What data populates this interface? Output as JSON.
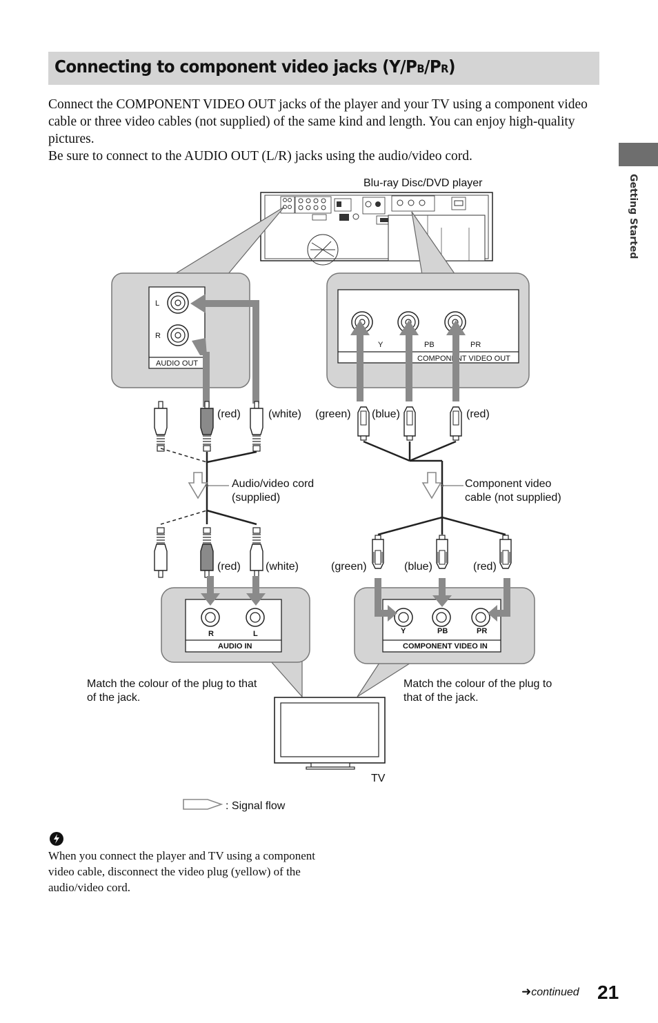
{
  "heading": {
    "title_main": "Connecting to component video jacks (Y/P",
    "title_b": "B",
    "title_mid": "/P",
    "title_r": "R",
    "title_end": ")"
  },
  "intro": {
    "para1": "Connect the COMPONENT VIDEO OUT jacks of the player and your TV using a component video cable or three video cables (not supplied) of the same kind and length. You can enjoy high-quality pictures.",
    "para2": "Be sure to connect to the AUDIO OUT (L/R) jacks using the audio/video cord."
  },
  "side_tab": {
    "label": "Getting Started"
  },
  "diagram": {
    "player_label": "Blu-ray Disc/DVD player",
    "audio_out": {
      "label": "AUDIO OUT",
      "l": "L",
      "r": "R"
    },
    "component_out": {
      "label": "COMPONENT VIDEO OUT",
      "y": "Y",
      "pb": "PB",
      "pr": "PR"
    },
    "top_plugs": {
      "red1": "(red)",
      "white1": "(white)",
      "green": "(green)",
      "blue": "(blue)",
      "red2": "(red)"
    },
    "cord_label": [
      "Audio/video cord",
      "(supplied)"
    ],
    "component_cable_label": [
      "Component video",
      "cable (not supplied)"
    ],
    "bottom_plugs": {
      "red1": "(red)",
      "white1": "(white)",
      "green": "(green)",
      "blue": "(blue)",
      "red2": "(red)"
    },
    "audio_in": {
      "label": "AUDIO IN",
      "r": "R",
      "l": "L"
    },
    "component_in": {
      "label": "COMPONENT VIDEO IN",
      "y": "Y",
      "pb": "PB",
      "pr": "PR"
    },
    "match_left": [
      "Match the colour of the plug to that",
      "of the jack."
    ],
    "match_right": [
      "Match the colour of the plug to",
      "that of the jack."
    ],
    "tv_label": "TV",
    "signal_flow": ": Signal flow"
  },
  "hint": {
    "icon": "hint-icon",
    "text": "When you connect the player and TV using a component video cable, disconnect the video plug (yellow) of the audio/video cord."
  },
  "footer": {
    "continued": "continued",
    "page": "21"
  }
}
